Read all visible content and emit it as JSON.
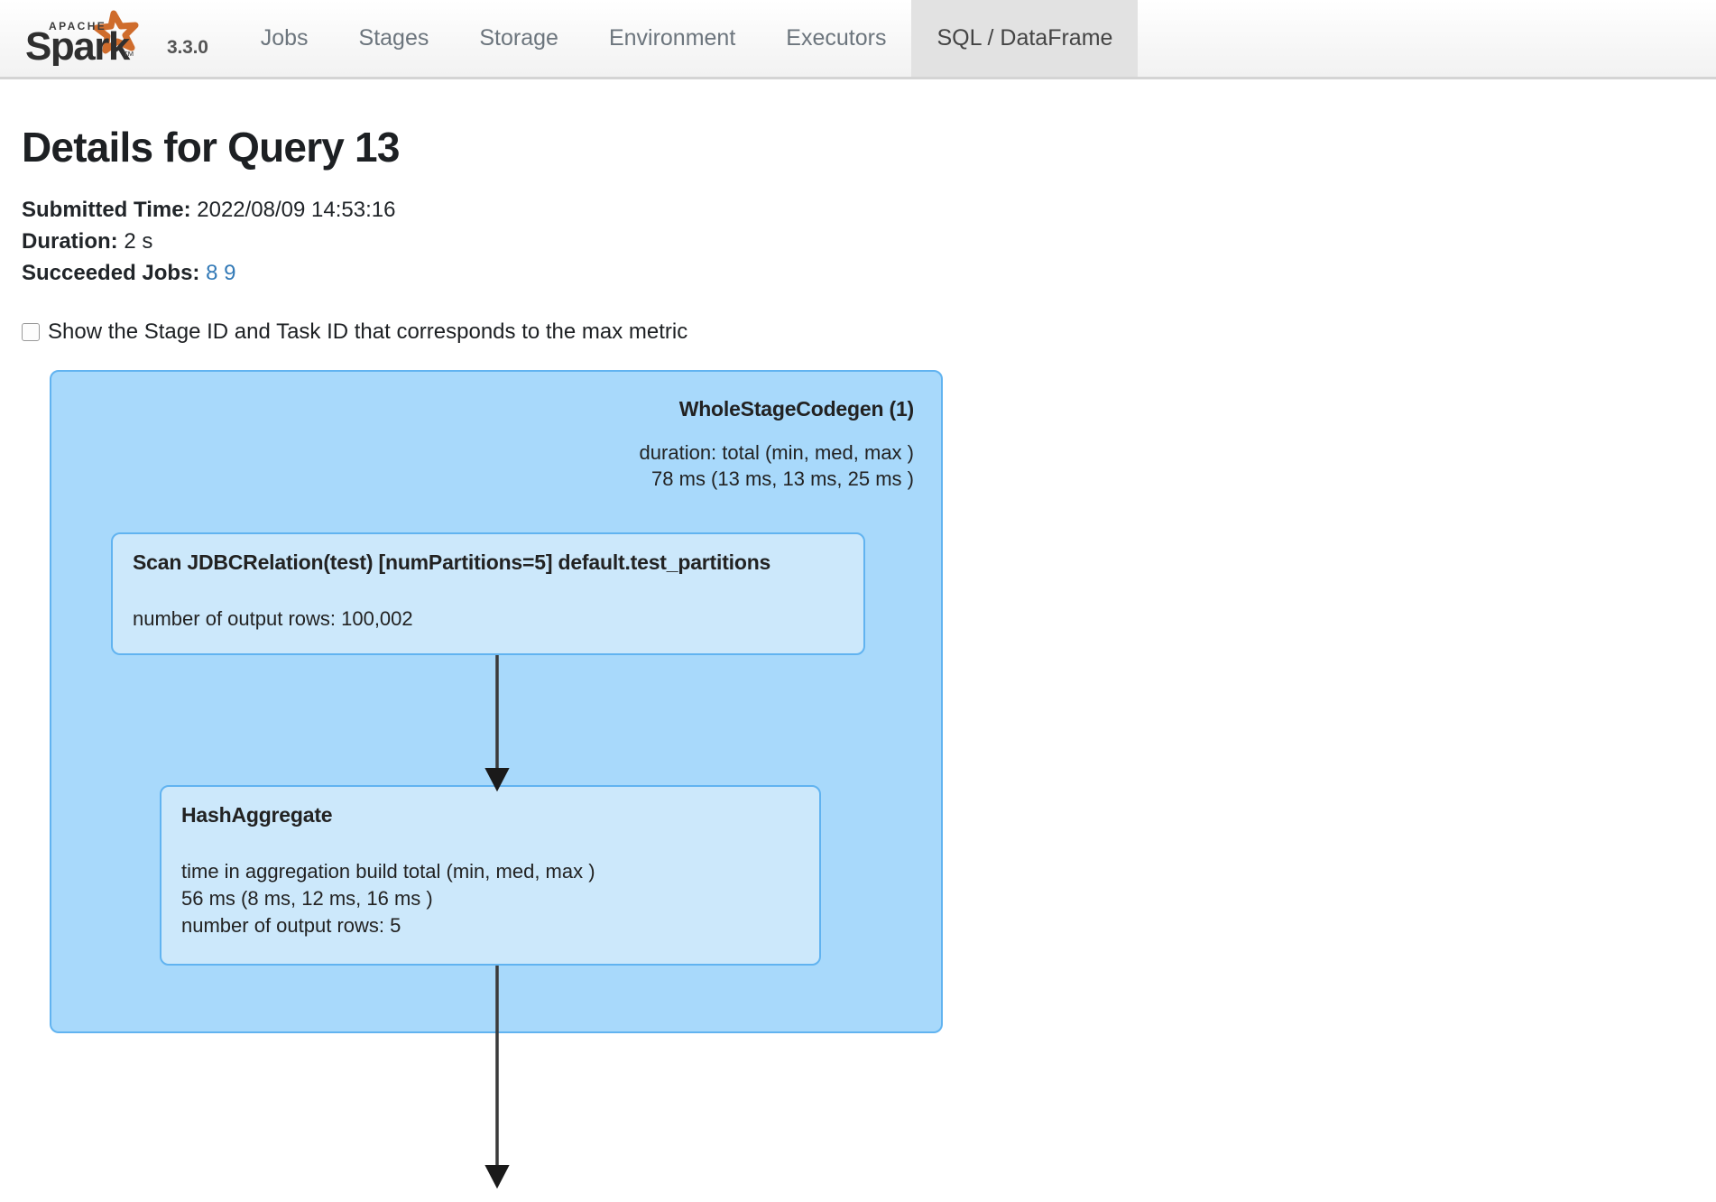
{
  "navbar": {
    "brand": {
      "logo_alt": "Apache Spark",
      "apache_text": "APACHE",
      "spark_text": "Spark",
      "version": "3.3.0"
    },
    "tabs": [
      {
        "label": "Jobs",
        "active": false
      },
      {
        "label": "Stages",
        "active": false
      },
      {
        "label": "Storage",
        "active": false
      },
      {
        "label": "Environment",
        "active": false
      },
      {
        "label": "Executors",
        "active": false
      },
      {
        "label": "SQL / DataFrame",
        "active": true
      }
    ]
  },
  "page": {
    "title": "Details for Query 13",
    "meta": {
      "submitted_time_label": "Submitted Time:",
      "submitted_time_value": "2022/08/09 14:53:16",
      "duration_label": "Duration:",
      "duration_value": "2 s",
      "succeeded_jobs_label": "Succeeded Jobs:",
      "succeeded_jobs": [
        "8",
        "9"
      ]
    },
    "show_stage_task_checkbox": {
      "label": "Show the Stage ID and Task ID that corresponds to the max metric",
      "checked": false
    }
  },
  "plan": {
    "cluster": {
      "title": "WholeStageCodegen (1)",
      "metrics": "duration: total (min, med, max )\n78 ms (13 ms, 13 ms, 25 ms )"
    },
    "nodes": [
      {
        "id": "scan",
        "title": "Scan JDBCRelation(test) [numPartitions=5] default.test_partitions",
        "metrics": "number of output rows: 100,002"
      },
      {
        "id": "hashaggregate",
        "title": "HashAggregate",
        "metrics": "time in aggregation build total (min, med, max )\n56 ms (8 ms, 12 ms, 16 ms )\nnumber of output rows: 5"
      }
    ]
  },
  "colors": {
    "cluster_fill": "#a8d9fb",
    "node_fill": "#cce8fb",
    "node_border": "#61b3f0",
    "link_blue": "#337ab7",
    "edge_stroke": "#333333",
    "active_tab_bg": "#e2e2e2"
  }
}
